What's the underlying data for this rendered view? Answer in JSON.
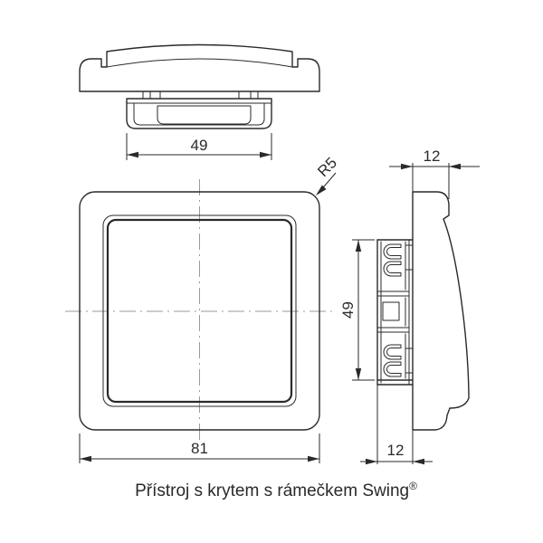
{
  "colors": {
    "background": "#ffffff",
    "line-color": "#2a2a2a",
    "centerline-color": "#9a9a9a",
    "text-color": "#2a2a2a"
  },
  "drawing": {
    "caption": {
      "text": "Přístroj s krytem s rámečkem Swing",
      "registered": "®"
    },
    "dimensions": {
      "top_view_width": "49",
      "front_view_width": "81",
      "frame_corner_radius": "R5",
      "side_front_depth": "12",
      "side_mechanism_height": "49",
      "side_rear_depth": "12"
    }
  }
}
